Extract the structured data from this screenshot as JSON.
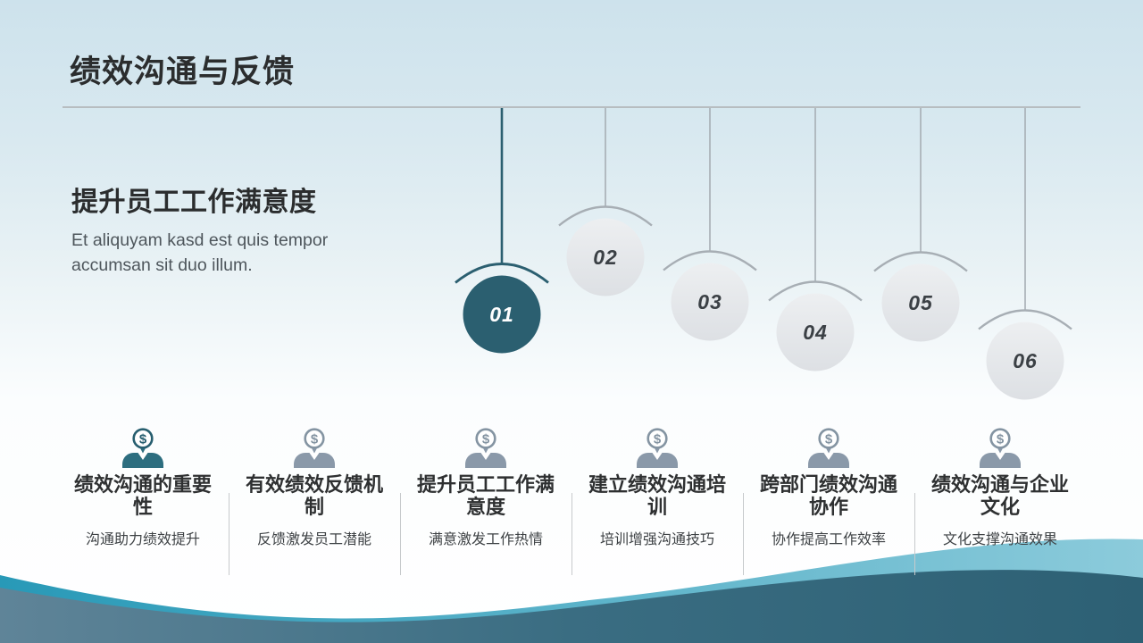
{
  "title": "绩效沟通与反馈",
  "intro": {
    "heading": "提升员工工作满意度",
    "body": "Et aliquyam kasd est quis tempor accumsan sit duo illum."
  },
  "pendulum": {
    "items": [
      {
        "label": "01",
        "active": true
      },
      {
        "label": "02",
        "active": false
      },
      {
        "label": "03",
        "active": false
      },
      {
        "label": "04",
        "active": false
      },
      {
        "label": "05",
        "active": false
      },
      {
        "label": "06",
        "active": false
      }
    ]
  },
  "columns": [
    {
      "title": "绩效沟通的重要性",
      "desc": "沟通助力绩效提升"
    },
    {
      "title": "有效绩效反馈机制",
      "desc": "反馈激发员工潜能"
    },
    {
      "title": "提升员工工作满意度",
      "desc": "满意激发工作热情"
    },
    {
      "title": "建立绩效沟通培训",
      "desc": "培训增强沟通技巧"
    },
    {
      "title": "跨部门绩效沟通协作",
      "desc": "协作提高工作效率"
    },
    {
      "title": "绩效沟通与企业文化",
      "desc": "文化支撑沟通效果"
    }
  ],
  "icons": {
    "column_icon": "dollar-person-icon",
    "dollar_glyph": "$"
  },
  "colors": {
    "accent_teal": "#2b5f70",
    "icon_teal": "#2d6e7f",
    "icon_muted": "#8a99a9",
    "ball_light": "#e9ebee",
    "title_text": "#2b2d2e",
    "divider_line": "#b7bdc0",
    "wave_bright": "#2899b7",
    "wave_pale": "#8ccbdb",
    "wave_dark_left": "#5f8498",
    "wave_dark_right": "#2d6074"
  }
}
